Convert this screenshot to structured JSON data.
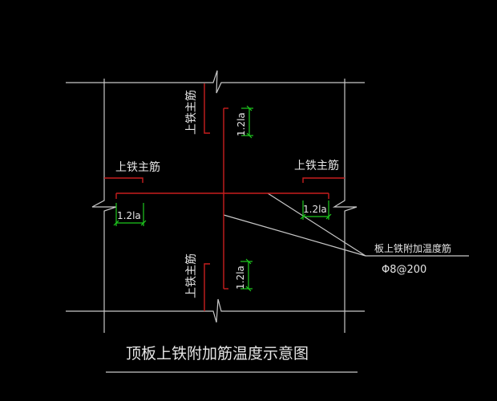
{
  "colors": {
    "background": "#000000",
    "outline": "#c8c8c8",
    "rebar": "#c81e1e",
    "dimension": "#1ec81e",
    "text": "#e6e6e6"
  },
  "labels": {
    "top_main_rebar_top": "上铁主筋",
    "top_main_rebar_left": "上铁主筋",
    "top_main_rebar_right": "上铁主筋",
    "top_main_rebar_bottom": "上铁主筋",
    "dim_top": "1.2la",
    "dim_left": "1.2la",
    "dim_right": "1.2la",
    "dim_bottom": "1.2la",
    "leader_label": "板上铁附加温度筋",
    "leader_spec": "Φ8@200",
    "title": "顶板上铁附加筋温度示意图"
  }
}
